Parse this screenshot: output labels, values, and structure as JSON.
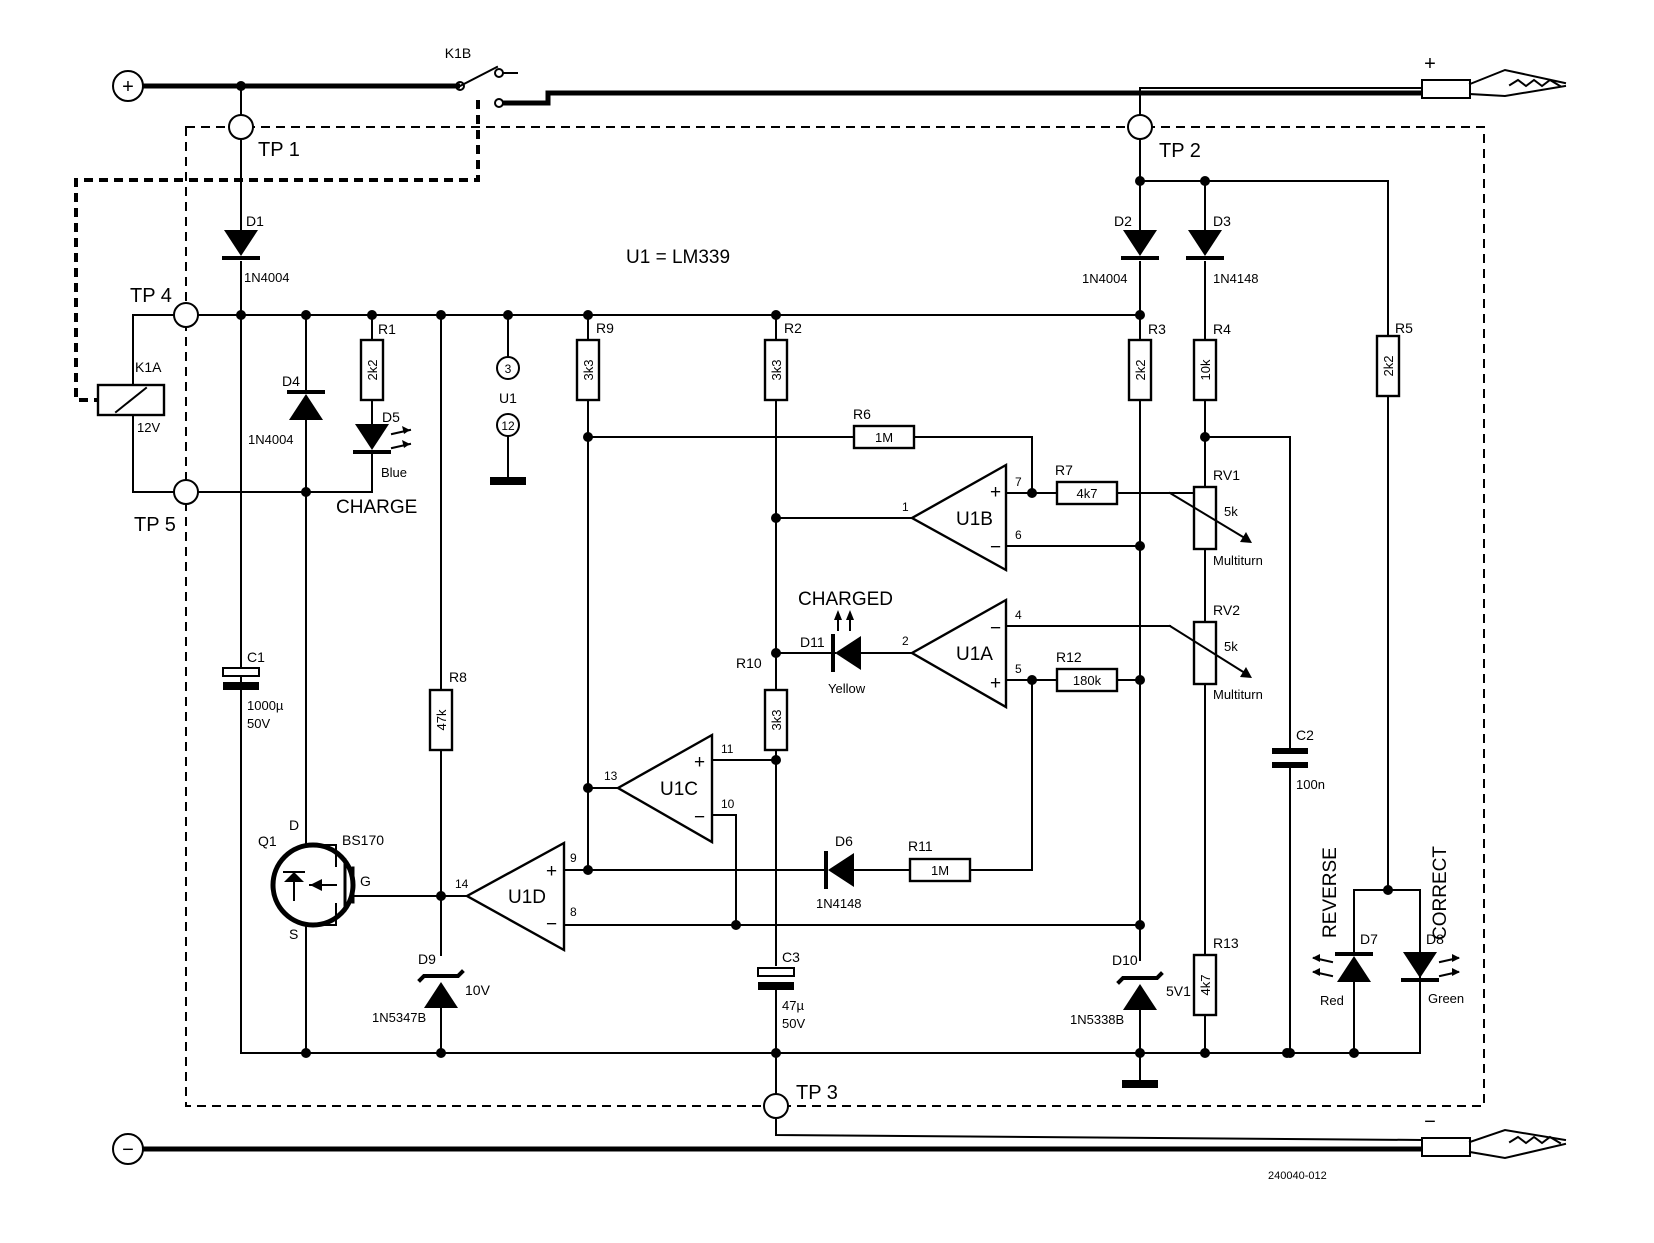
{
  "title": "U1 = LM339",
  "drawing_number": "240040-012",
  "terminals": {
    "plus": "+",
    "minus": "−"
  },
  "testpoints": {
    "tp1": "TP 1",
    "tp2": "TP 2",
    "tp3": "TP 3",
    "tp4": "TP 4",
    "tp5": "TP 5"
  },
  "relay": {
    "switch_ref": "K1B",
    "coil_ref": "K1A",
    "coil_value": "12V"
  },
  "resistors": {
    "r1": {
      "ref": "R1",
      "value": "2k2"
    },
    "r2": {
      "ref": "R2",
      "value": "3k3"
    },
    "r3": {
      "ref": "R3",
      "value": "2k2"
    },
    "r4": {
      "ref": "R4",
      "value": "10k"
    },
    "r5": {
      "ref": "R5",
      "value": "2k2"
    },
    "r6": {
      "ref": "R6",
      "value": "1M"
    },
    "r7": {
      "ref": "R7",
      "value": "4k7"
    },
    "r8": {
      "ref": "R8",
      "value": "47k"
    },
    "r9": {
      "ref": "R9",
      "value": "3k3"
    },
    "r10": {
      "ref": "R10",
      "value": "3k3"
    },
    "r11": {
      "ref": "R11",
      "value": "1M"
    },
    "r12": {
      "ref": "R12",
      "value": "180k"
    },
    "r13": {
      "ref": "R13",
      "value": "4k7"
    }
  },
  "pots": {
    "rv1": {
      "ref": "RV1",
      "value": "5k",
      "note": "Multiturn"
    },
    "rv2": {
      "ref": "RV2",
      "value": "5k",
      "note": "Multiturn"
    }
  },
  "capacitors": {
    "c1": {
      "ref": "C1",
      "value1": "1000µ",
      "value2": "50V"
    },
    "c2": {
      "ref": "C2",
      "value1": "100n"
    },
    "c3": {
      "ref": "C3",
      "value1": "47µ",
      "value2": "50V"
    }
  },
  "diodes": {
    "d1": {
      "ref": "D1",
      "type": "1N4004"
    },
    "d2": {
      "ref": "D2",
      "type": "1N4004"
    },
    "d3": {
      "ref": "D3",
      "type": "1N4148"
    },
    "d4": {
      "ref": "D4",
      "type": "1N4004"
    },
    "d6": {
      "ref": "D6",
      "type": "1N4148"
    },
    "d9": {
      "ref": "D9",
      "type": "1N5347B",
      "value": "10V"
    },
    "d10": {
      "ref": "D10",
      "type": "1N5338B",
      "value": "5V1"
    }
  },
  "leds": {
    "d5": {
      "ref": "D5",
      "color": "Blue",
      "label": "CHARGE"
    },
    "d7": {
      "ref": "D7",
      "color": "Red",
      "label": "REVERSE"
    },
    "d8": {
      "ref": "D8",
      "color": "Green",
      "label": "CORRECT"
    },
    "d11": {
      "ref": "D11",
      "color": "Yellow",
      "label": "CHARGED"
    }
  },
  "mosfet": {
    "ref": "Q1",
    "type": "BS170",
    "d": "D",
    "g": "G",
    "s": "S"
  },
  "ic": {
    "ref": "U1",
    "pin_vcc": "3",
    "pin_gnd": "12"
  },
  "comparators": {
    "u1a": {
      "name": "U1A",
      "pin_out": "2",
      "pin_minus": "4",
      "pin_plus": "5"
    },
    "u1b": {
      "name": "U1B",
      "pin_out": "1",
      "pin_plus": "7",
      "pin_minus": "6"
    },
    "u1c": {
      "name": "U1C",
      "pin_out": "13",
      "pin_plus": "11",
      "pin_minus": "10"
    },
    "u1d": {
      "name": "U1D",
      "pin_out": "14",
      "pin_plus": "9",
      "pin_minus": "8"
    }
  },
  "signs": {
    "plus": "+",
    "minus": "−"
  }
}
